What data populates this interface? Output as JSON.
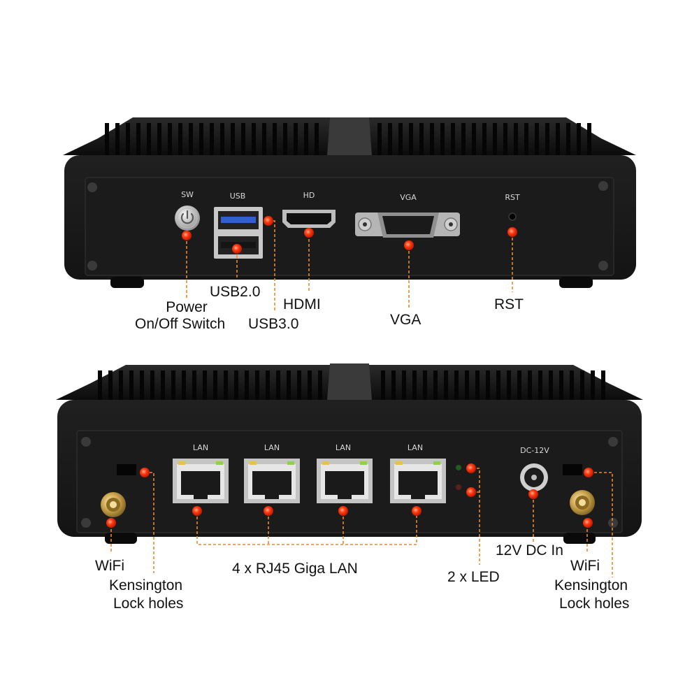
{
  "front_panel": {
    "port_labels": {
      "sw": "SW",
      "usb": "USB",
      "hd": "HD",
      "vga": "VGA",
      "rst": "RST"
    },
    "callouts": {
      "usb2": "USB2.0",
      "power_line1": "Power",
      "power_line2": "On/Off Switch",
      "usb3": "USB3.0",
      "hdmi": "HDMI",
      "vga": "VGA",
      "rst": "RST"
    }
  },
  "rear_panel": {
    "port_labels": {
      "lan1": "LAN",
      "lan2": "LAN",
      "lan3": "LAN",
      "lan4": "LAN",
      "dc": "DC-12V"
    },
    "callouts": {
      "wifi_left": "WiFi",
      "kensington_left_line1": "Kensington",
      "kensington_left_line2": "Lock holes",
      "lan": "4 x RJ45 Giga LAN",
      "led": "2 x LED",
      "dc_in": "12V DC In",
      "wifi_right": "WiFi",
      "kensington_right_line1": "Kensington",
      "kensington_right_line2": "Lock holes"
    }
  },
  "colors": {
    "chassis": "#141414",
    "panel": "#1c1c1c",
    "marker": "#ff3300",
    "leader": "#e8892c",
    "label_text": "#111111",
    "silk": "#d8d8d8"
  }
}
